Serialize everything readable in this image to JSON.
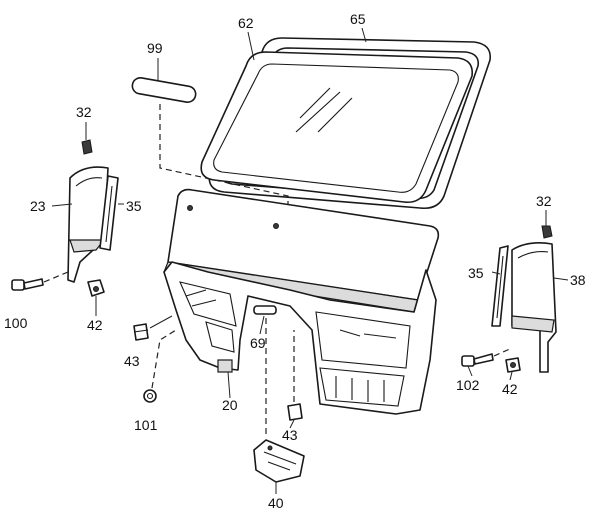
{
  "diagram": {
    "callouts": [
      {
        "id": "c99",
        "text": "99"
      },
      {
        "id": "c62",
        "text": "62"
      },
      {
        "id": "c65",
        "text": "65"
      },
      {
        "id": "c32l",
        "text": "32"
      },
      {
        "id": "c23",
        "text": "23"
      },
      {
        "id": "c35l",
        "text": "35"
      },
      {
        "id": "c100",
        "text": "100"
      },
      {
        "id": "c42l",
        "text": "42"
      },
      {
        "id": "c43a",
        "text": "43"
      },
      {
        "id": "c69",
        "text": "69"
      },
      {
        "id": "c101",
        "text": "101"
      },
      {
        "id": "c20",
        "text": "20"
      },
      {
        "id": "c43b",
        "text": "43"
      },
      {
        "id": "c40",
        "text": "40"
      },
      {
        "id": "c32r",
        "text": "32"
      },
      {
        "id": "c35r",
        "text": "35"
      },
      {
        "id": "c38",
        "text": "38"
      },
      {
        "id": "c102",
        "text": "102"
      },
      {
        "id": "c42r",
        "text": "42"
      }
    ]
  }
}
